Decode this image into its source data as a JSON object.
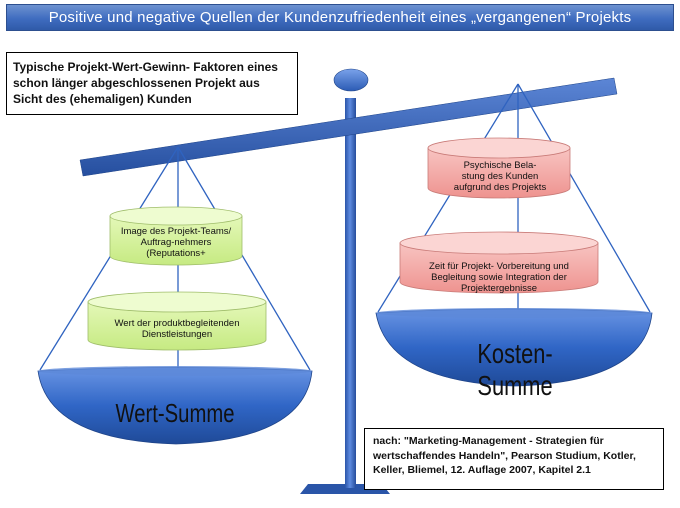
{
  "title": "Positive und negative Quellen der Kundenzufriedenheit eines „vergangenen“ Projekts",
  "factor_note": "Typische Projekt-Wert-Gewinn- Faktoren eines schon länger abgeschlossenen Projekt aus Sicht des (ehemaligen) Kunden",
  "left_pan": {
    "top_cylinder": "Image des Projekt-Teams/ Auftrag-nehmers (Reputations+",
    "bottom_cylinder": "Wert der produktbegleitenden Dienstleistungen",
    "sum_label": "Wert-Summe"
  },
  "right_pan": {
    "top_cylinder": "Psychische Bela-stung des Kunden aufgrund des Projekts",
    "bottom_cylinder": "Zeit für Projekt- Vorbereitung und Begleitung sowie Integration der Projektergebnisse",
    "sum_label": "Kosten-Summe"
  },
  "source_note": "nach: \"Marketing-Management - Strategien für wertschaffendes Handeln\", Pearson Studium, Kotler, Keller, Bliemel, 12. Auflage 2007, Kapitel 2.1",
  "colors": {
    "balance_blue": "#2f63c0",
    "green_cylinder": "#d4f29a",
    "red_cylinder": "#f4a7a4"
  }
}
